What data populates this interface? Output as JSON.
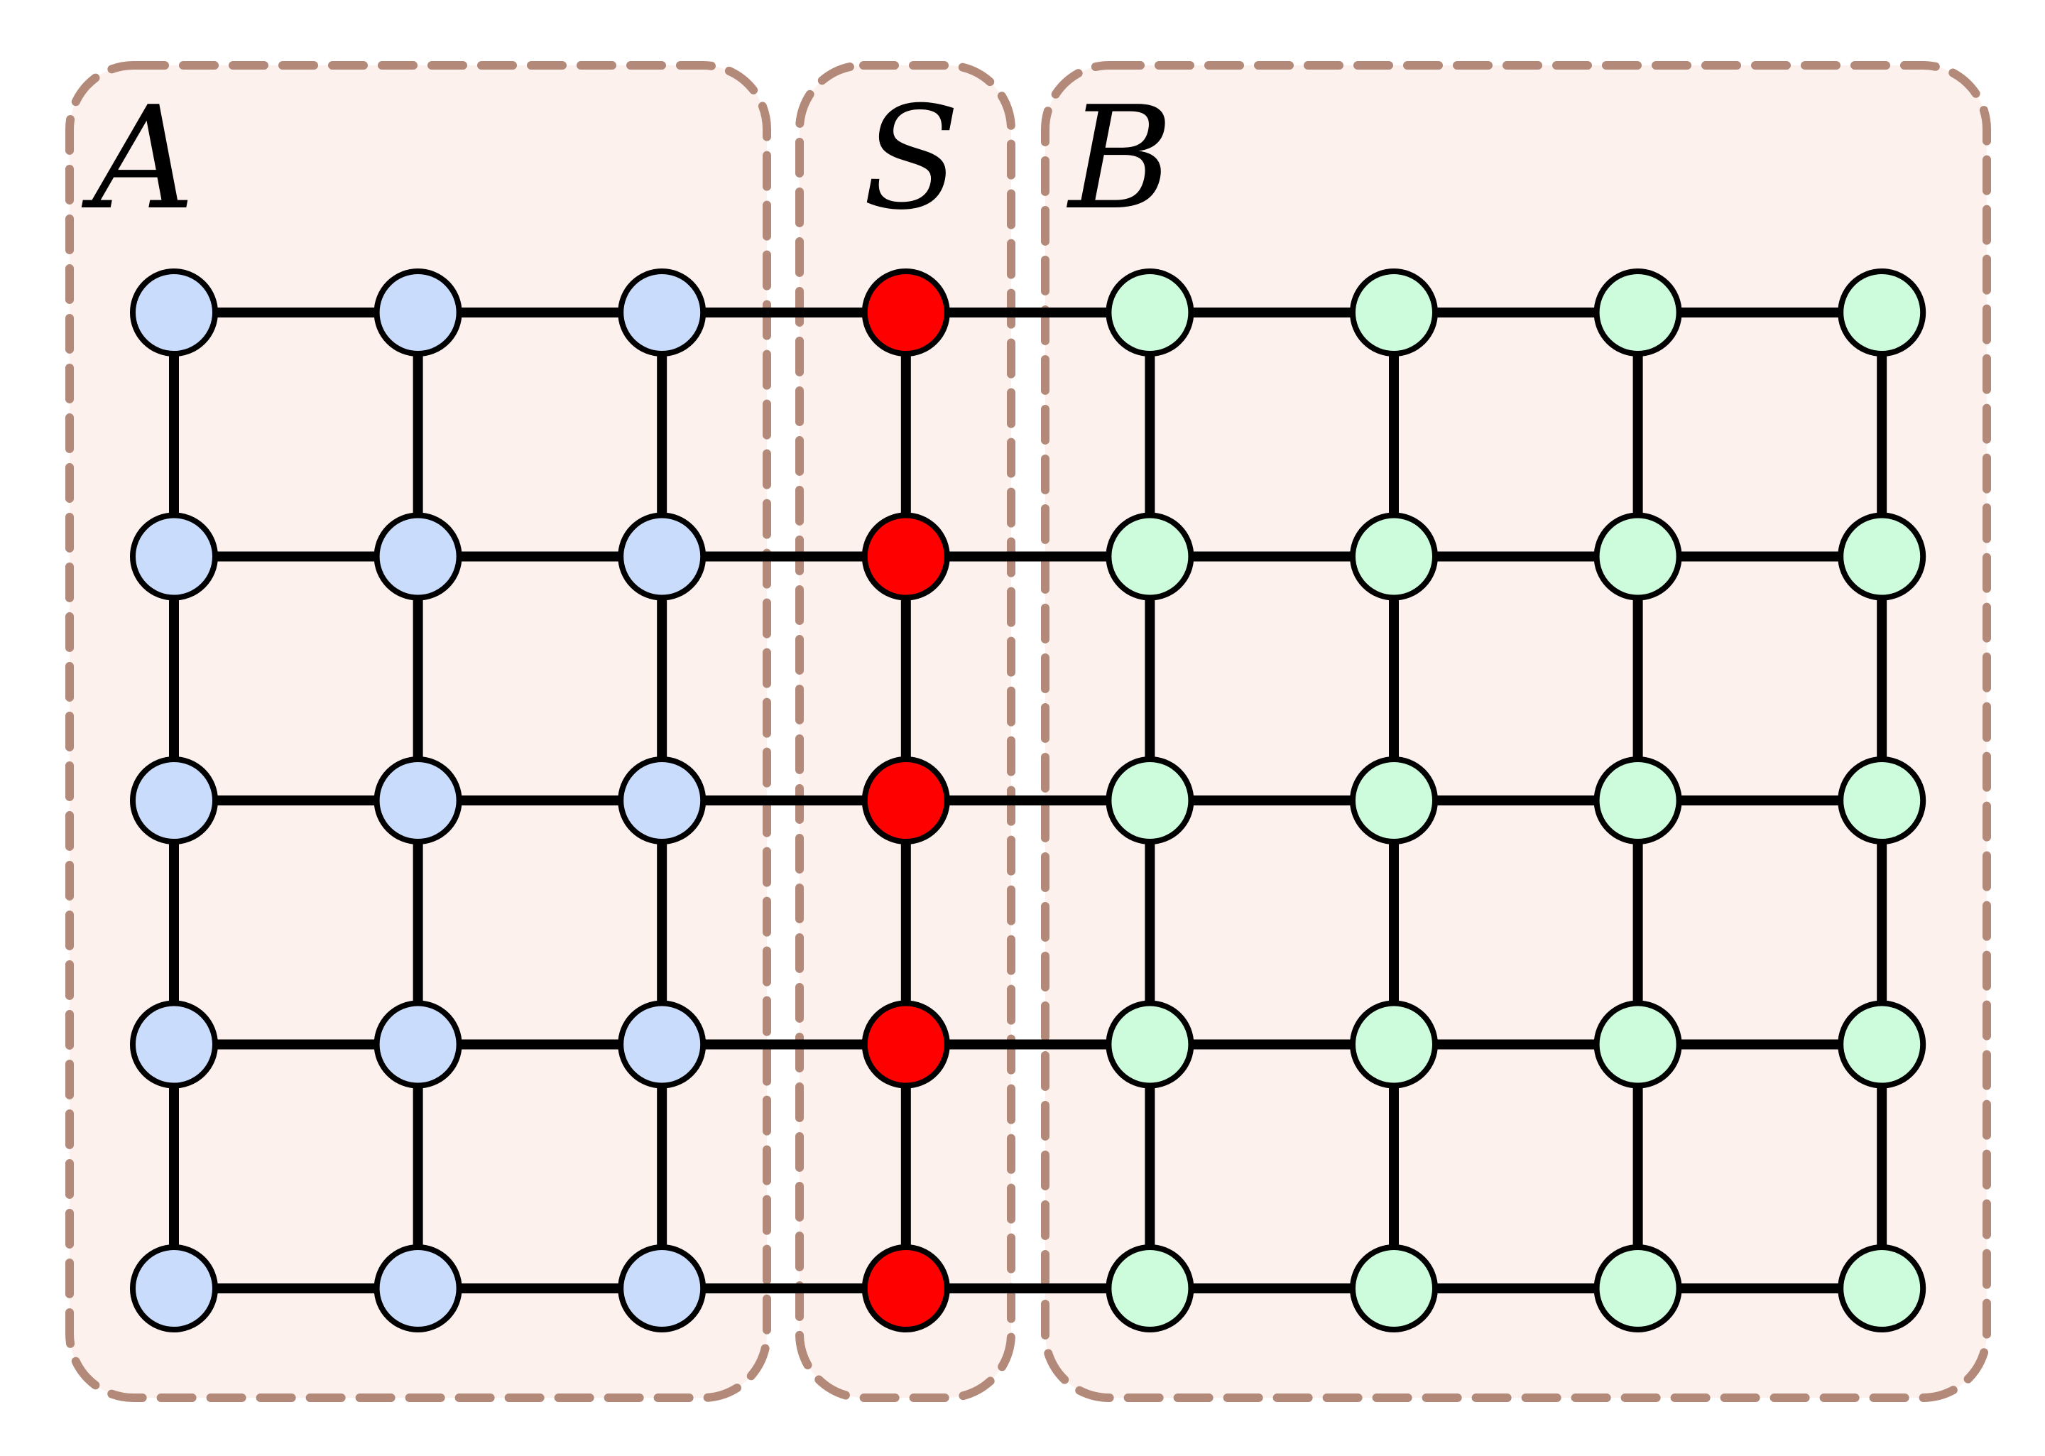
{
  "diagram": {
    "regions": [
      {
        "id": "A",
        "label": "A"
      },
      {
        "id": "S",
        "label": "S"
      },
      {
        "id": "B",
        "label": "B"
      }
    ],
    "grid": {
      "rows": 5,
      "columns": 8,
      "column_groups": [
        "A",
        "A",
        "A",
        "S",
        "B",
        "B",
        "B",
        "B"
      ]
    },
    "colors": {
      "A": "#c9dcfc",
      "S": "#ff0000",
      "B": "#ccfcdc",
      "region_fill": "#fdeeea",
      "region_border": "#b3897a"
    }
  }
}
